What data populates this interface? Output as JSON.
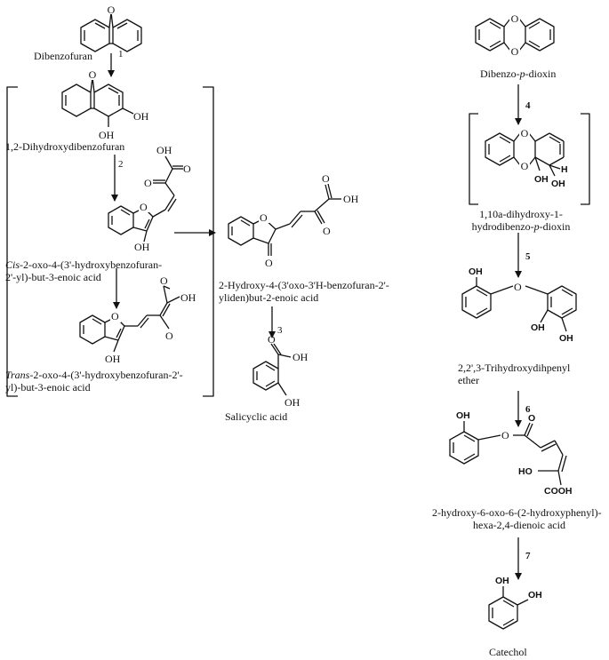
{
  "compounds": {
    "dibenzofuran": "Dibenzofuran",
    "dihydroxydibenzofuran": "1,2-Dihydroxydibenzofuran",
    "cis_prefix": "Cis",
    "cis_line1_rest": "-2-oxo-4-(3'-hydroxybenzofuran-",
    "cis_line2": "2'-yl)-but-3-enoic acid",
    "trans_prefix": "Trans",
    "trans_line1_rest": "-2-oxo-4-(3'-hydroxybenzofuran-2'-",
    "trans_line2": "yl)-but-3-enoic acid",
    "hydroxy_benzofuranyliden": "2-Hydroxy-4-(3'oxo-3'H-benzofuran-2'-yliden)but-2-enoic acid",
    "salicylic_acid": "Salicyclic acid",
    "dioxin_part1": "Dibenzo-",
    "dioxin_p": "p",
    "dioxin_part2": "-dioxin",
    "dihydrodiol_line1": "1,10a-dihydroxy-1-",
    "dihydrodiol_line2_part1": "hydrodibenzo-",
    "dihydrodiol_p": "p",
    "dihydrodiol_line2_part2": "-dioxin",
    "trihydroxy_line1": "2,2',3-Trihydroxydihpenyl",
    "trihydroxy_line2": "ether",
    "dienoic_line1": "2-hydroxy-6-oxo-6-(2-hydroxyphenyl)-",
    "dienoic_line2": "hexa-2,4-dienoic acid",
    "catechol": "Catechol"
  },
  "groups": {
    "oh": "OH",
    "o": "O",
    "h": "H",
    "cooh": "COOH",
    "oh_ho": "HO",
    "c_acid_o": "O"
  },
  "steps": [
    "1",
    "2",
    "3",
    "4",
    "5",
    "6",
    "7"
  ]
}
